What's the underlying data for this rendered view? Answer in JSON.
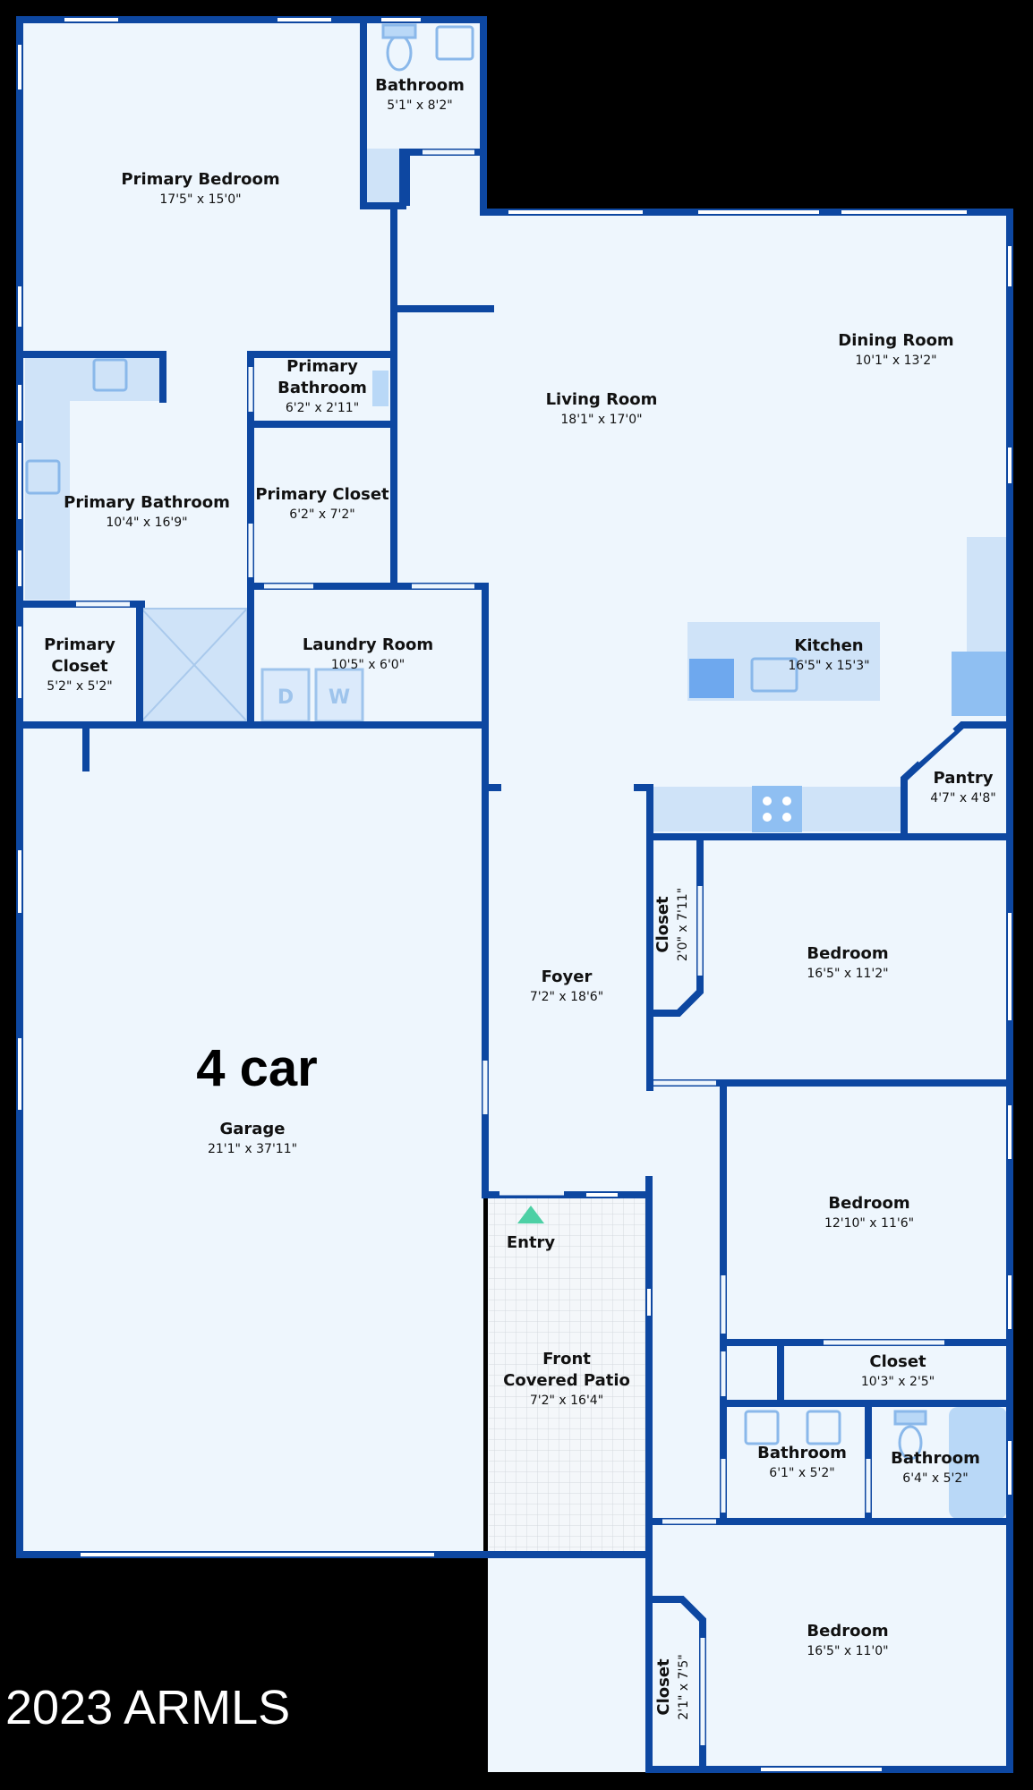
{
  "rooms": {
    "primary_bedroom": {
      "name": "Primary Bedroom",
      "dims": "17'5\" x 15'0\""
    },
    "bathroom_top": {
      "name": "Bathroom",
      "dims": "5'1\" x 8'2\""
    },
    "dining_room": {
      "name": "Dining Room",
      "dims": "10'1\" x 13'2\""
    },
    "living_room": {
      "name": "Living Room",
      "dims": "18'1\" x 17'0\""
    },
    "primary_bathroom_small": {
      "name_line1": "Primary",
      "name_line2": "Bathroom",
      "dims": "6'2\" x 2'11\""
    },
    "primary_bathroom": {
      "name": "Primary Bathroom",
      "dims": "10'4\" x 16'9\""
    },
    "primary_closet_large": {
      "name": "Primary Closet",
      "dims": "6'2\" x 7'2\""
    },
    "primary_closet_small": {
      "name_line1": "Primary",
      "name_line2": "Closet",
      "dims": "5'2\" x 5'2\""
    },
    "laundry_room": {
      "name": "Laundry Room",
      "dims": "10'5\" x 6'0\""
    },
    "kitchen": {
      "name": "Kitchen",
      "dims": "16'5\" x 15'3\""
    },
    "pantry": {
      "name": "Pantry",
      "dims": "4'7\" x 4'8\""
    },
    "closet_vertical_1": {
      "name": "Closet",
      "dims": "2'0\" x 7'11\""
    },
    "bedroom_1": {
      "name": "Bedroom",
      "dims": "16'5\" x 11'2\""
    },
    "foyer": {
      "name": "Foyer",
      "dims": "7'2\" x 18'6\""
    },
    "garage": {
      "name": "Garage",
      "dims": "21'1\" x 37'11\"",
      "capacity": "4 car"
    },
    "bedroom_2": {
      "name": "Bedroom",
      "dims": "12'10\" x 11'6\""
    },
    "entry": {
      "name": "Entry"
    },
    "front_covered_patio": {
      "name_line1": "Front",
      "name_line2": "Covered Patio",
      "dims": "7'2\" x 16'4\""
    },
    "closet_horizontal": {
      "name": "Closet",
      "dims": "10'3\" x 2'5\""
    },
    "bathroom_mid_left": {
      "name": "Bathroom",
      "dims": "6'1\" x 5'2\""
    },
    "bathroom_mid_right": {
      "name": "Bathroom",
      "dims": "6'4\" x 5'2\""
    },
    "bedroom_3": {
      "name": "Bedroom",
      "dims": "16'5\" x 11'0\""
    },
    "closet_vertical_2": {
      "name": "Closet",
      "dims": "2'1\" x 7'5\""
    }
  },
  "appliances": {
    "dryer": "D",
    "washer": "W"
  },
  "watermark": "2023 ARMLS",
  "colors": {
    "wall": "#0d47a1",
    "floor": "#eef6fd",
    "fixture": "#b9d8f7",
    "entry_marker": "#4dd0a5",
    "background": "#000000"
  }
}
